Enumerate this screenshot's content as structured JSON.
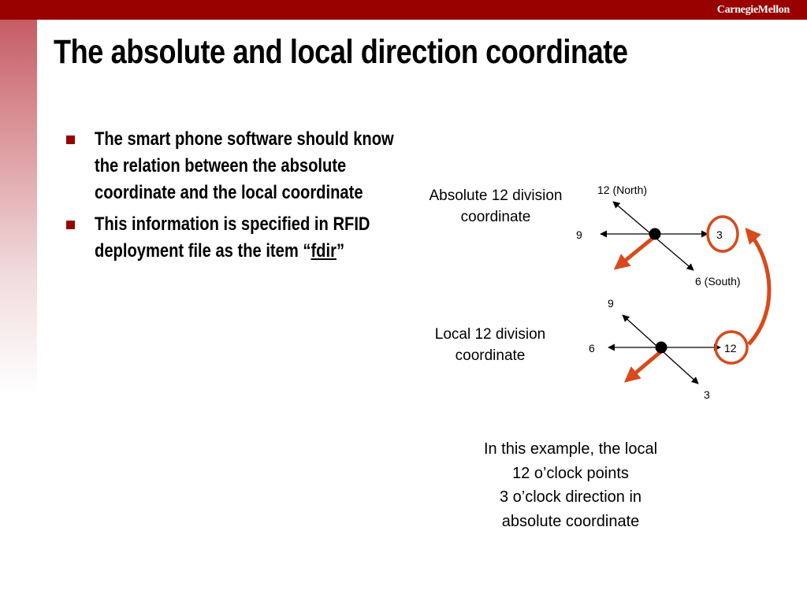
{
  "header": {
    "logo_text": "CarnegieMellon",
    "brand_color": "#990000"
  },
  "title": "The absolute and local direction coordinate",
  "bullets": [
    {
      "text": "The smart phone software should know the relation between the absolute coordinate and the local coordinate"
    },
    {
      "text_before": "This information is specified in RFID deployment file as the item “",
      "highlight": "fdir",
      "text_after": "”"
    }
  ],
  "diagram": {
    "absolute": {
      "title": [
        "Absolute 12 division",
        "coordinate"
      ],
      "north": "12 (North)",
      "west": "9",
      "east": "3",
      "south": "6 (South)"
    },
    "local": {
      "title": [
        "Local 12 division",
        "coordinate"
      ],
      "top": "9",
      "left": "6",
      "right": "12",
      "bottom": "3"
    },
    "accent_color": "#d84a1b"
  },
  "caption": [
    "In this example, the local",
    "12 o’clock points",
    "3 o’clock direction in",
    "absolute coordinate"
  ]
}
